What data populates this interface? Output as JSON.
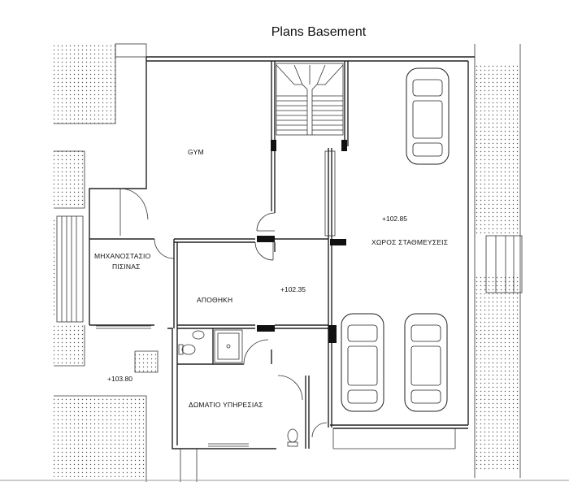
{
  "title": "Plans Basement",
  "rooms": {
    "gym": "GYM",
    "machine_room_line1": "ΜΗΧΑΝΟΣΤΑΣΙΟ",
    "machine_room_line2": "ΠΙΣΙΝΑΣ",
    "storage": "ΑΠΟΘΗΚΗ",
    "staff_room": "ΔΩΜΑΤΙΟ ΥΠΗΡΕΣΙΑΣ",
    "parking": "ΧΩΡΟΣ ΣΤΑΘΜΕΥΣΕΙΣ"
  },
  "levels": {
    "parking": "+102.85",
    "corridor": "+102.35",
    "outside": "+103.80"
  }
}
